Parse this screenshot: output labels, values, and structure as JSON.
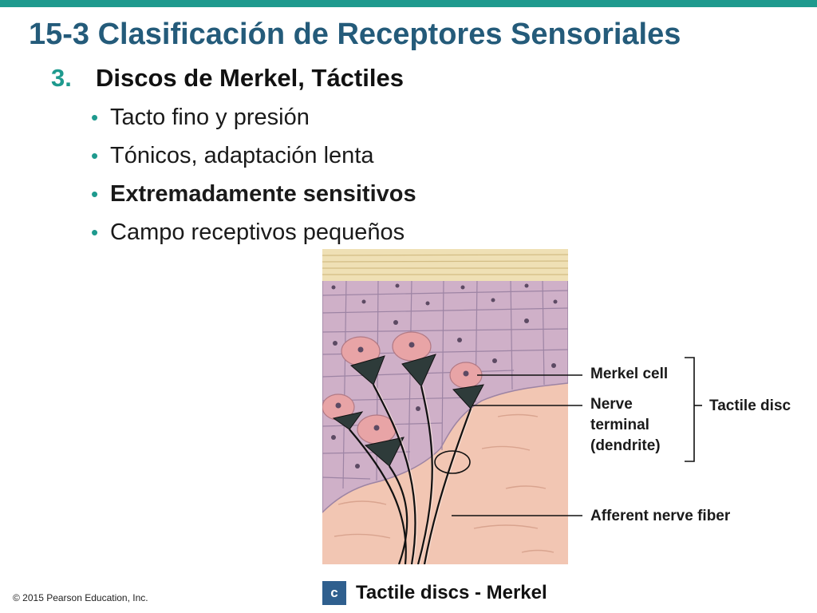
{
  "slide": {
    "title": "15-3 Clasificación de Receptores Sensoriales",
    "section_number": "3.",
    "section_title": "Discos de Merkel, Táctiles",
    "bullet_glyph": "•",
    "bullets": [
      "Tacto fino y presión",
      "Tónicos, adaptación lenta",
      "Extremadamente sensitivos",
      "Campo receptivos pequeños"
    ]
  },
  "figure": {
    "labels": {
      "merkel_cell": "Merkel cell",
      "nerve_terminal_line1": "Nerve",
      "nerve_terminal_line2": "terminal",
      "nerve_terminal_line3": "(dendrite)",
      "tactile_disc": "Tactile disc",
      "afferent_fiber": "Afferent nerve fiber"
    },
    "panel_letter": "c",
    "caption": "Tactile discs - Merkel"
  },
  "footer": {
    "copyright": "© 2015 Pearson Education, Inc."
  },
  "colors": {
    "accent_teal": "#1e9a8e",
    "title_blue": "#245b7a",
    "badge_blue": "#2f5f8e"
  }
}
